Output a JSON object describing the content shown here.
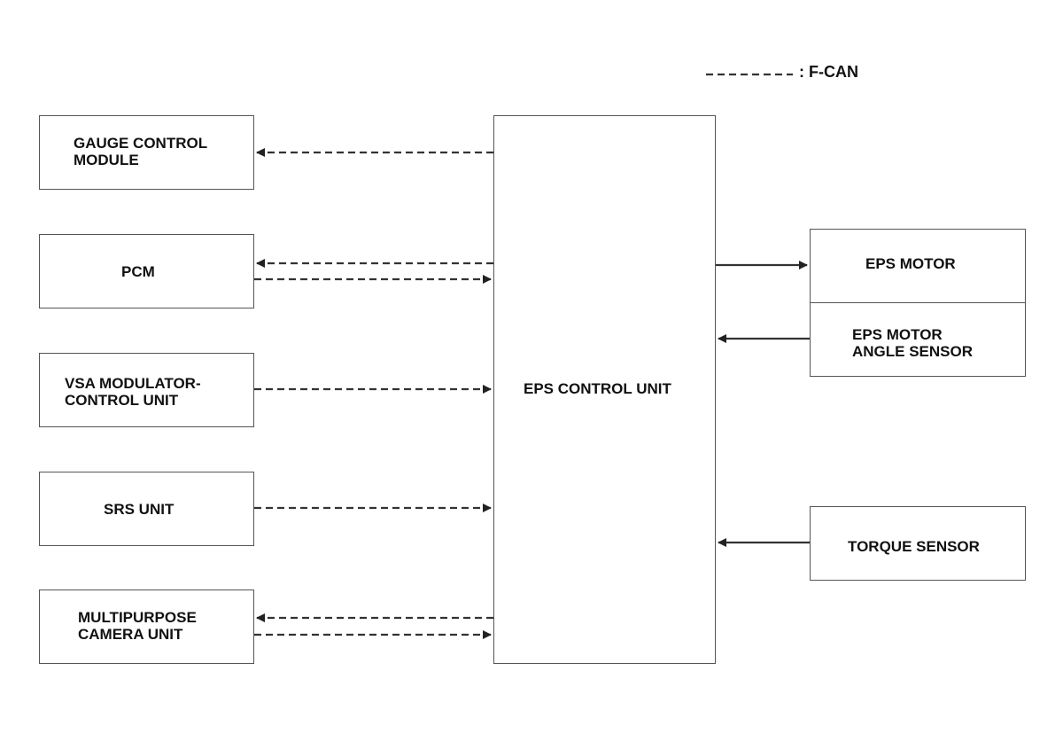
{
  "legend": {
    "line_style": "dashed",
    "label": ": F-CAN"
  },
  "blocks": {
    "gauge_control_module": "GAUGE CONTROL\nMODULE",
    "pcm": "PCM",
    "vsa_modulator_control_unit": "VSA MODULATOR-\nCONTROL UNIT",
    "srs_unit": "SRS UNIT",
    "multipurpose_camera_unit": "MULTIPURPOSE\nCAMERA UNIT",
    "eps_control_unit": "EPS CONTROL UNIT",
    "eps_motor": "EPS MOTOR",
    "eps_motor_angle_sensor": "EPS MOTOR\nANGLE SENSOR",
    "torque_sensor": "TORQUE SENSOR"
  },
  "connections": [
    {
      "from": "EPS CONTROL UNIT",
      "to": "GAUGE CONTROL MODULE",
      "style": "dashed"
    },
    {
      "from": "EPS CONTROL UNIT",
      "to": "PCM",
      "style": "dashed"
    },
    {
      "from": "PCM",
      "to": "EPS CONTROL UNIT",
      "style": "dashed"
    },
    {
      "from": "VSA MODULATOR-CONTROL UNIT",
      "to": "EPS CONTROL UNIT",
      "style": "dashed"
    },
    {
      "from": "SRS UNIT",
      "to": "EPS CONTROL UNIT",
      "style": "dashed"
    },
    {
      "from": "EPS CONTROL UNIT",
      "to": "MULTIPURPOSE CAMERA UNIT",
      "style": "dashed"
    },
    {
      "from": "MULTIPURPOSE CAMERA UNIT",
      "to": "EPS CONTROL UNIT",
      "style": "dashed"
    },
    {
      "from": "EPS CONTROL UNIT",
      "to": "EPS MOTOR",
      "style": "solid"
    },
    {
      "from": "EPS MOTOR ANGLE SENSOR",
      "to": "EPS CONTROL UNIT",
      "style": "solid"
    },
    {
      "from": "TORQUE SENSOR",
      "to": "EPS CONTROL UNIT",
      "style": "solid"
    }
  ]
}
